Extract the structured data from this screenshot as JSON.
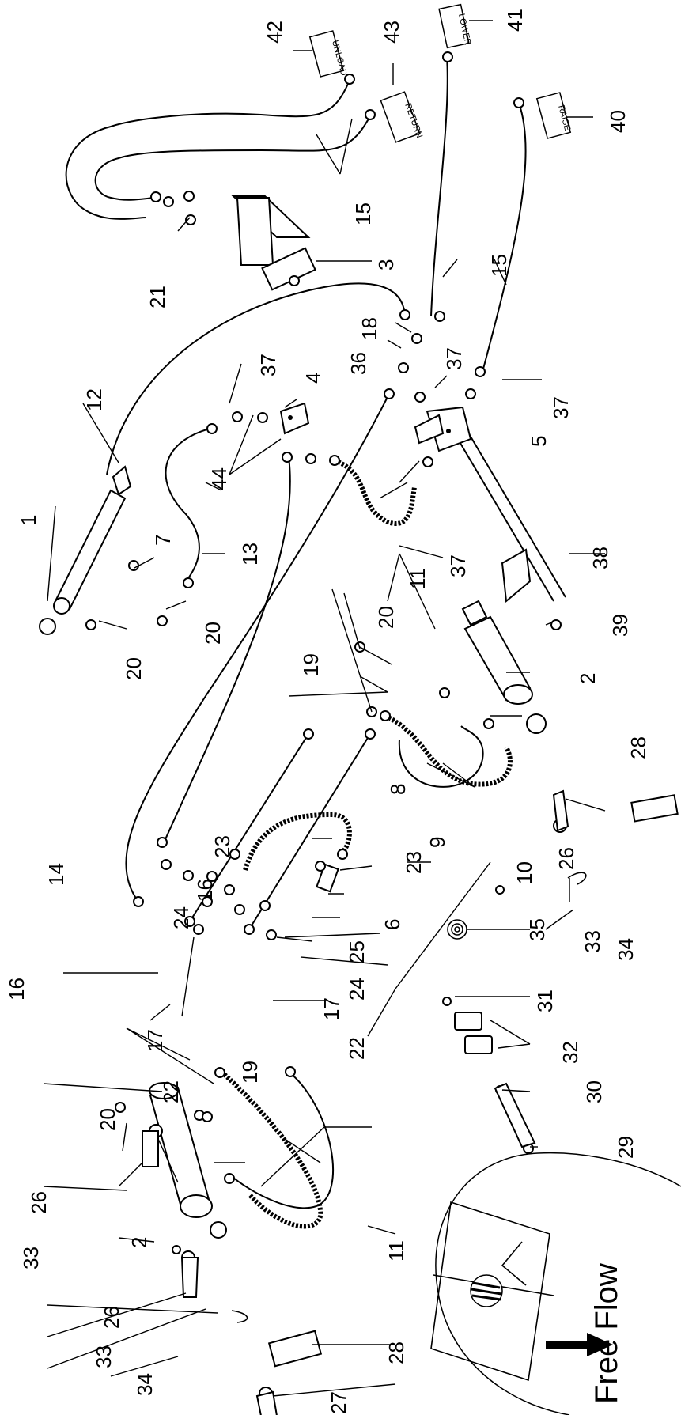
{
  "callouts": {
    "c1": "1",
    "c2a": "2",
    "c2b": "2",
    "c3": "3",
    "c4": "4",
    "c5": "5",
    "c6": "6",
    "c7": "7",
    "c8": "8",
    "c9": "9",
    "c10": "10",
    "c11a": "11",
    "c11b": "11",
    "c12": "12",
    "c13": "13",
    "c14": "14",
    "c15a": "15",
    "c15b": "15",
    "c16a": "16",
    "c16b": "16",
    "c17a": "17",
    "c17b": "17",
    "c18": "18",
    "c19a": "19",
    "c19b": "19",
    "c20a": "20",
    "c20b": "20",
    "c20c": "20",
    "c21": "21",
    "c22a": "22",
    "c22b": "22",
    "c23a": "23",
    "c23b": "23",
    "c24a": "24",
    "c24b": "24",
    "c25": "25",
    "c26a": "26",
    "c26b": "26",
    "c26c": "26",
    "c27": "27",
    "c28a": "28",
    "c28b": "28",
    "c29": "29",
    "c30": "30",
    "c31": "31",
    "c32": "32",
    "c33a": "33",
    "c33b": "33",
    "c33c": "33",
    "c34a": "34",
    "c34b": "34",
    "c35": "35",
    "c36": "36",
    "c37a": "37",
    "c37b": "37",
    "c37c": "37",
    "c37d": "37",
    "c38": "38",
    "c39": "39",
    "c40": "40",
    "c41": "41",
    "c42": "42",
    "c43": "43",
    "c44": "44"
  },
  "tags": {
    "unload": "UNLOAD",
    "return": "RETURN",
    "lower": "LOWER",
    "raise": "RAISE"
  },
  "inset": {
    "label": "Free Flow"
  }
}
